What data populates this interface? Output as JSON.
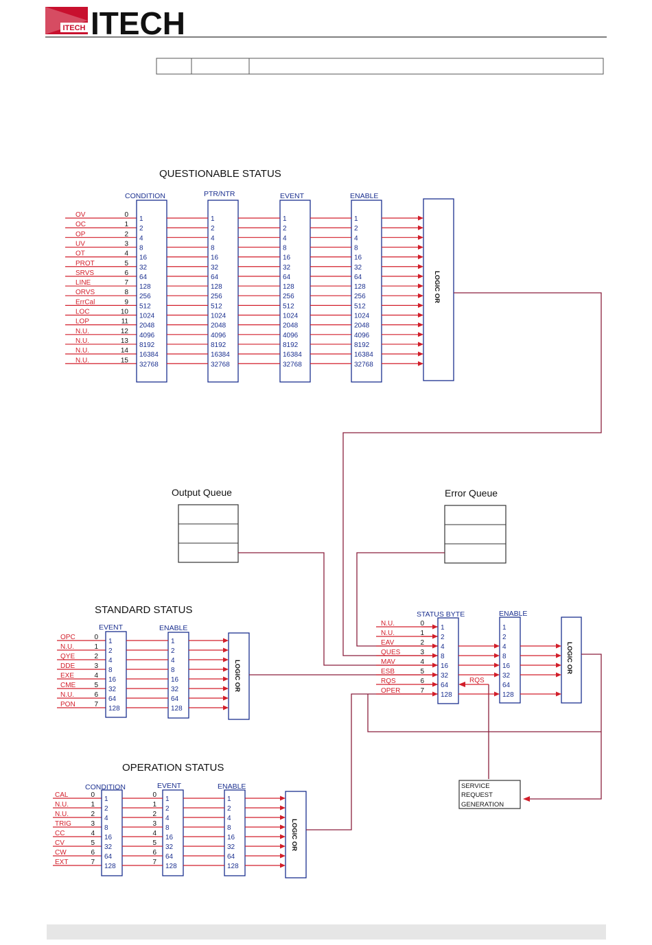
{
  "header": {
    "logo_badge": "ITECH",
    "logo_text": "ITECH"
  },
  "colors": {
    "red": "#d21e2a",
    "blue": "#1a2f8f",
    "maroon": "#8a1f3c",
    "ink": "#111111",
    "footer": "#e6e6e6"
  },
  "questionable": {
    "title": "QUESTIONABLE STATUS",
    "headers": {
      "condition": "CONDITION",
      "ptr": "PTR/NTR",
      "event": "EVENT",
      "enable": "ENABLE"
    },
    "inputs": [
      "OV",
      "OC",
      "OP",
      "UV",
      "OT",
      "PROT",
      "SRVS",
      "LINE",
      "ORVS",
      "ErrCal",
      "LOC",
      "LOP",
      "N.U.",
      "N.U.",
      "N.U.",
      "N.U."
    ],
    "bits": [
      "0",
      "1",
      "2",
      "3",
      "4",
      "5",
      "6",
      "7",
      "8",
      "9",
      "10",
      "11",
      "12",
      "13",
      "14",
      "15"
    ],
    "weights": [
      "1",
      "2",
      "4",
      "8",
      "16",
      "32",
      "64",
      "128",
      "256",
      "512",
      "1024",
      "2048",
      "4096",
      "8192",
      "16384",
      "32768"
    ],
    "logic": "LOGIC OR"
  },
  "queues": {
    "output": "Output Queue",
    "error": "Error Queue"
  },
  "standard": {
    "title": "STANDARD STATUS",
    "headers": {
      "event": "EVENT",
      "enable": "ENABLE"
    },
    "inputs": [
      "OPC",
      "N.U.",
      "QYE",
      "DDE",
      "EXE",
      "CME",
      "N.U.",
      "PON"
    ],
    "bits": [
      "0",
      "1",
      "2",
      "3",
      "4",
      "5",
      "6",
      "7"
    ],
    "weights": [
      "1",
      "2",
      "4",
      "8",
      "16",
      "32",
      "64",
      "128"
    ],
    "logic": "LOGIC OR"
  },
  "status_byte": {
    "headers": {
      "status": "STATUS BYTE",
      "enable": "ENABLE"
    },
    "inputs": [
      "N.U.",
      "N.U.",
      "EAV",
      "QUES",
      "MAV",
      "ESB",
      "RQS",
      "OPER"
    ],
    "bits": [
      "0",
      "1",
      "2",
      "3",
      "4",
      "5",
      "6",
      "7"
    ],
    "weights": [
      "1",
      "2",
      "4",
      "8",
      "16",
      "32",
      "64",
      "128"
    ],
    "rqs": "RQS",
    "logic": "LOGIC OR",
    "srq": [
      "SERVICE",
      "REQUEST",
      "GENERATION"
    ]
  },
  "operation": {
    "title": "OPERATION STATUS",
    "headers": {
      "condition": "CONDITION",
      "event": "EVENT",
      "enable": "ENABLE"
    },
    "inputs": [
      "CAL",
      "N.U.",
      "N.U.",
      "TRIG",
      "CC",
      "CV",
      "CW",
      "EXT"
    ],
    "bits": [
      "0",
      "1",
      "2",
      "3",
      "4",
      "5",
      "6",
      "7"
    ],
    "weights": [
      "1",
      "2",
      "4",
      "8",
      "16",
      "32",
      "64",
      "128"
    ],
    "logic": "LOGIC OR"
  }
}
